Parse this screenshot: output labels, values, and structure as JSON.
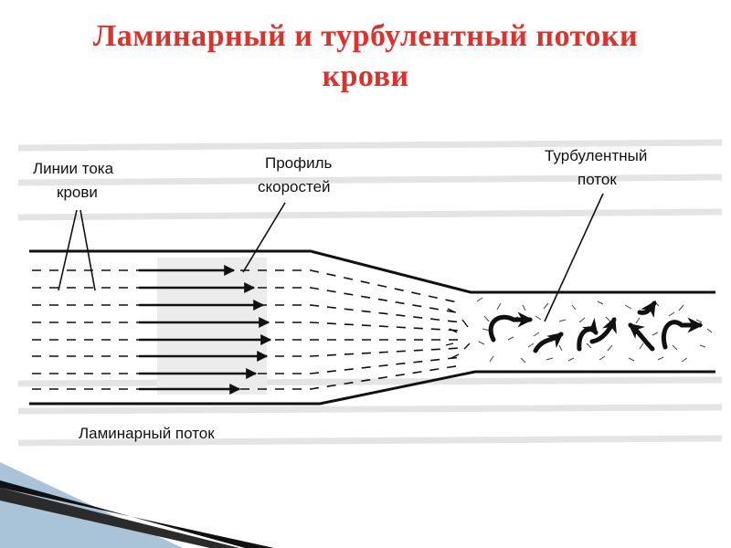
{
  "title": {
    "line1": "Ламинарный и турбулентный потоки",
    "line2": "крови",
    "color": "#e0302a"
  },
  "labels": {
    "streamlines_line1": "Линии тока",
    "streamlines_line2": "крови",
    "velocity_line1": "Профиль",
    "velocity_line2": "скоростей",
    "turbulent_line1": "Турбулентный",
    "turbulent_line2": "поток",
    "laminar": "Ламинарный поток"
  },
  "colors": {
    "ink": "#111111",
    "scan_ghost": "#d9d9d9",
    "corner_dark": "#111111",
    "corner_light": "#8fb3cc"
  }
}
